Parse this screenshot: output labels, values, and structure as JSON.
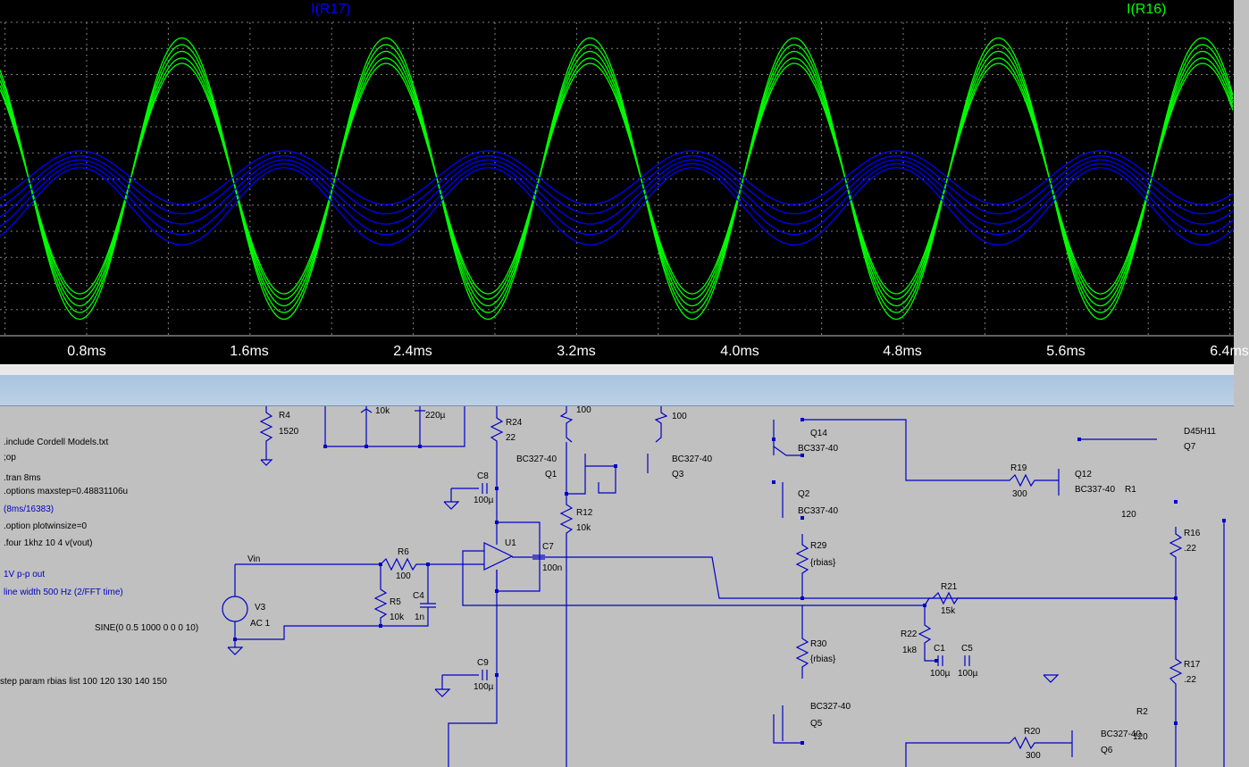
{
  "waveform": {
    "trace_blue": "I(R17)",
    "trace_green": "I(R16)",
    "x_ticks": [
      "0.8ms",
      "1.6ms",
      "2.4ms",
      "3.2ms",
      "4.0ms",
      "4.8ms",
      "5.6ms",
      "6.4ms"
    ],
    "colors": {
      "background": "#000000",
      "grid": "#808080",
      "blue": "#0000ff",
      "green": "#00ff00"
    }
  },
  "chart_data": {
    "type": "line",
    "xlabel": "",
    "ylabel": "",
    "x_range_ms": [
      0,
      6.4
    ],
    "frequency_hz": 1000,
    "series": [
      {
        "name": "I(R16)",
        "color": "#00ff00",
        "amplitude_rel": [
          0.86,
          0.9,
          0.95,
          1.0,
          1.05
        ]
      },
      {
        "name": "I(R17)",
        "color": "#0000ff",
        "amplitude_rel": [
          0.25,
          0.27,
          0.3,
          0.33,
          0.36
        ]
      }
    ]
  },
  "schematic": {
    "directives": {
      "include": ".include Cordell Models.txt",
      "op": ";op",
      "tran": ".tran 8ms",
      "maxstep": ".options maxstep=0.48831106u",
      "ratio": "(8ms/16383)",
      "plotwin": ".option plotwinsize=0",
      "four": ".four 1khz 10 4 v(vout)",
      "note1": "1V p-p out",
      "note2": "line width 500 Hz (2/FFT time)",
      "sine": "SINE(0 0.5 1000 0 0 0 10)",
      "step": "step param rbias list 100 120 130 140 150"
    },
    "parts": {
      "r4": "R4",
      "r4v": "1520",
      "r_top_v": "10k",
      "c_top_v": "220µ",
      "r24": "R24",
      "r24v": "22",
      "c8": "C8",
      "c8v": "100µ",
      "r100a": "100",
      "r100b": "100",
      "bc1": "BC327-40",
      "q1": "Q1",
      "bc3": "BC327-40",
      "q3": "Q3",
      "r12": "R12",
      "r12v": "10k",
      "u1": "U1",
      "c7": "C7",
      "c7v": "100n",
      "vin": "Vin",
      "r6": "R6",
      "r6v": "100",
      "r5": "R5",
      "r5v": "10k",
      "c4": "C4",
      "c4v": "1n",
      "v3": "V3",
      "v3ac": "AC 1",
      "c9": "C9",
      "c9v": "100µ",
      "q14": "Q14",
      "bc14": "BC337-40",
      "q2": "Q2",
      "bc2": "BC337-40",
      "r29": "R29",
      "r29v": "{rbias}",
      "r30": "R30",
      "r30v": "{rbias}",
      "bc5": "BC327-40",
      "q5": "Q5",
      "r19": "R19",
      "r19v": "300",
      "q12": "Q12",
      "bc12": "BC337-40",
      "r1": "R1",
      "r1v": "120",
      "d45": "D45H11",
      "q7": "Q7",
      "r16": "R16",
      "r16v": ".22",
      "r17": "R17",
      "r17v": ".22",
      "r21": "R21",
      "r21v": "15k",
      "r22": "R22",
      "r22v": "1k8",
      "c1": "C1",
      "c1v": "100µ",
      "c5": "C5",
      "c5v": "100µ",
      "r20": "R20",
      "r20v": "300",
      "bc6": "BC327-40",
      "q6": "Q6",
      "r2": "R2",
      "r2v": "120"
    }
  }
}
